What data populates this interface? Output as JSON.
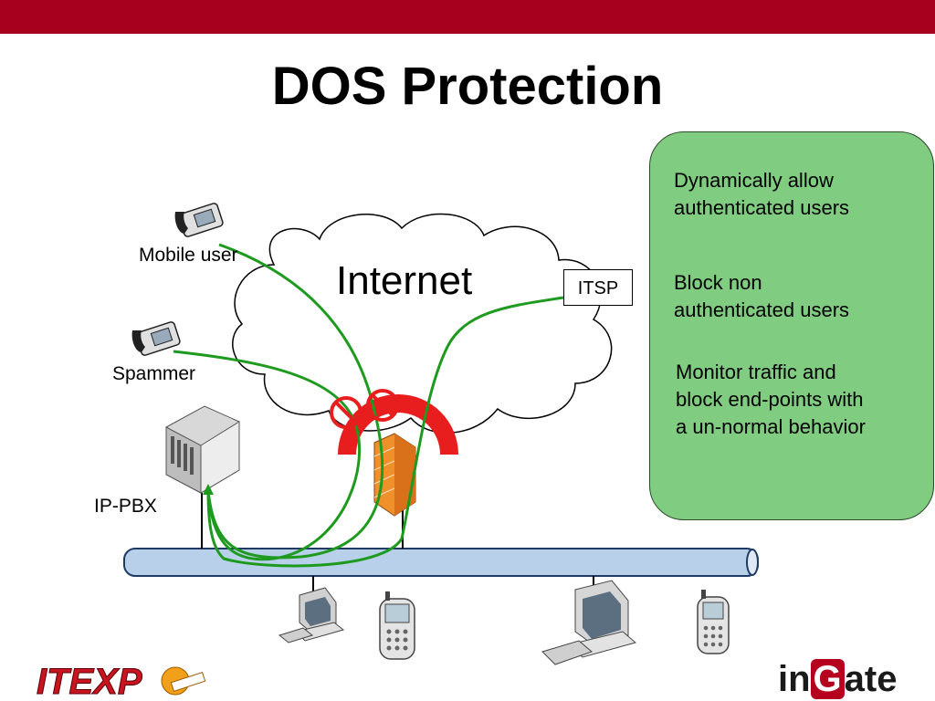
{
  "slide": {
    "title": "DOS Protection"
  },
  "diagram": {
    "cloud_label": "Internet",
    "itsp_label": "ITSP",
    "mobile_user_label": "Mobile user",
    "spammer_label": "Spammer",
    "ip_pbx_label": "IP-PBX"
  },
  "features": [
    {
      "line1": "Dynamically allow",
      "line2": "authenticated users"
    },
    {
      "line1": "Block non",
      "line2": "authenticated users"
    },
    {
      "line1": "Monitor traffic and",
      "line2": "block end-points with",
      "line3": "a un-normal behavior"
    }
  ],
  "logos": {
    "left": "ITEXPO",
    "right_prefix": "in",
    "right_mid": "G",
    "right_suffix": "ate"
  },
  "colors": {
    "top_bar": "#a6001e",
    "feature_box": "#80cc80",
    "path_lines": "#1e9a1e",
    "network_bus": "#b8d0ea"
  }
}
